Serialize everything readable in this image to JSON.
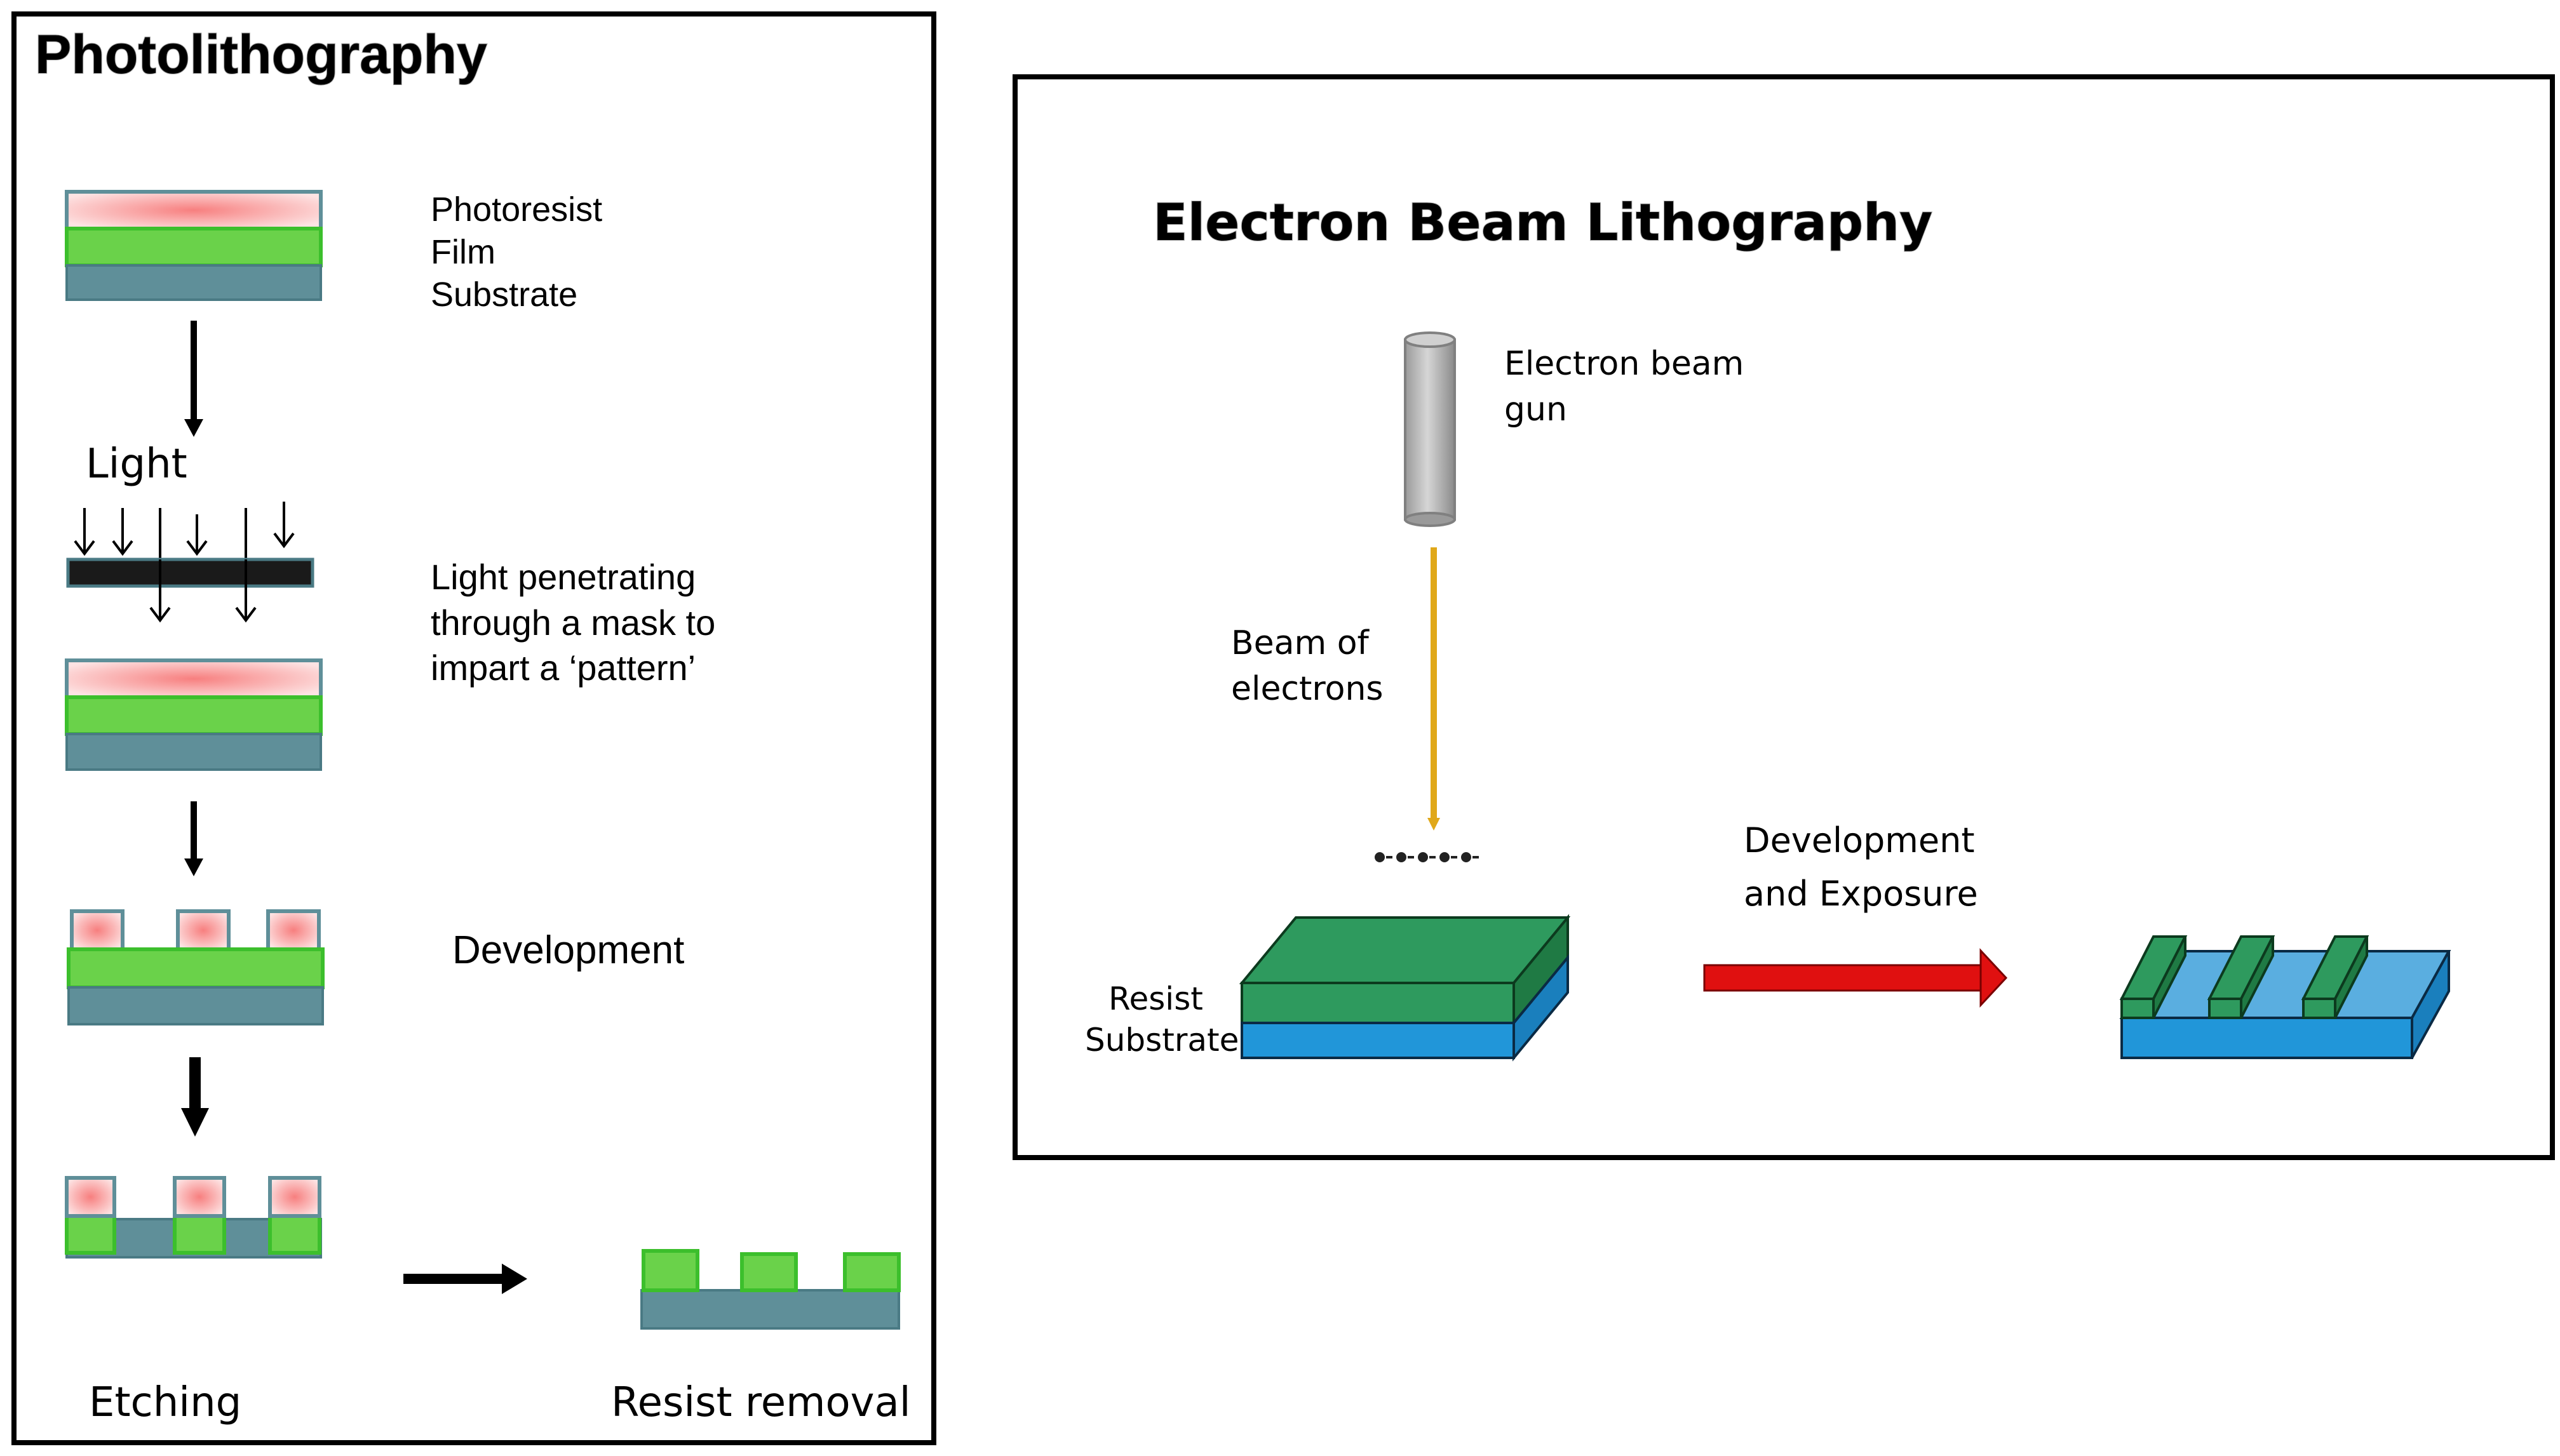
{
  "photolithography": {
    "title": "Photolithography",
    "layer_labels": [
      "Photoresist",
      "Film",
      "Substrate"
    ],
    "light_label": "Light",
    "mask_caption": [
      "Light penetrating",
      "through a mask to",
      "impart a ‘pattern’"
    ],
    "development_label": "Development",
    "etching_label": "Etching",
    "resist_removal_label": "Resist removal"
  },
  "ebl": {
    "title": "Electron Beam Lithography",
    "gun_label": [
      "Electron beam",
      "gun"
    ],
    "beam_label": [
      "Beam of",
      "electrons"
    ],
    "resist_label": "Resist",
    "substrate_label": "Substrate",
    "process_label": [
      "Development",
      "and Exposure"
    ]
  },
  "colors": {
    "photoresist": "#f5a6a6",
    "film": "#6ad24a",
    "substrate": "#5f8f99",
    "mask": "#1a1a1a",
    "ebl_resist": "#2e9a5e",
    "ebl_substrate": "#2196d9",
    "beam": "#e0a81a",
    "process_arrow": "#e01010",
    "gun": "#b0b0b0"
  },
  "icons": [
    "electron-gun-icon",
    "process-arrow-icon"
  ]
}
